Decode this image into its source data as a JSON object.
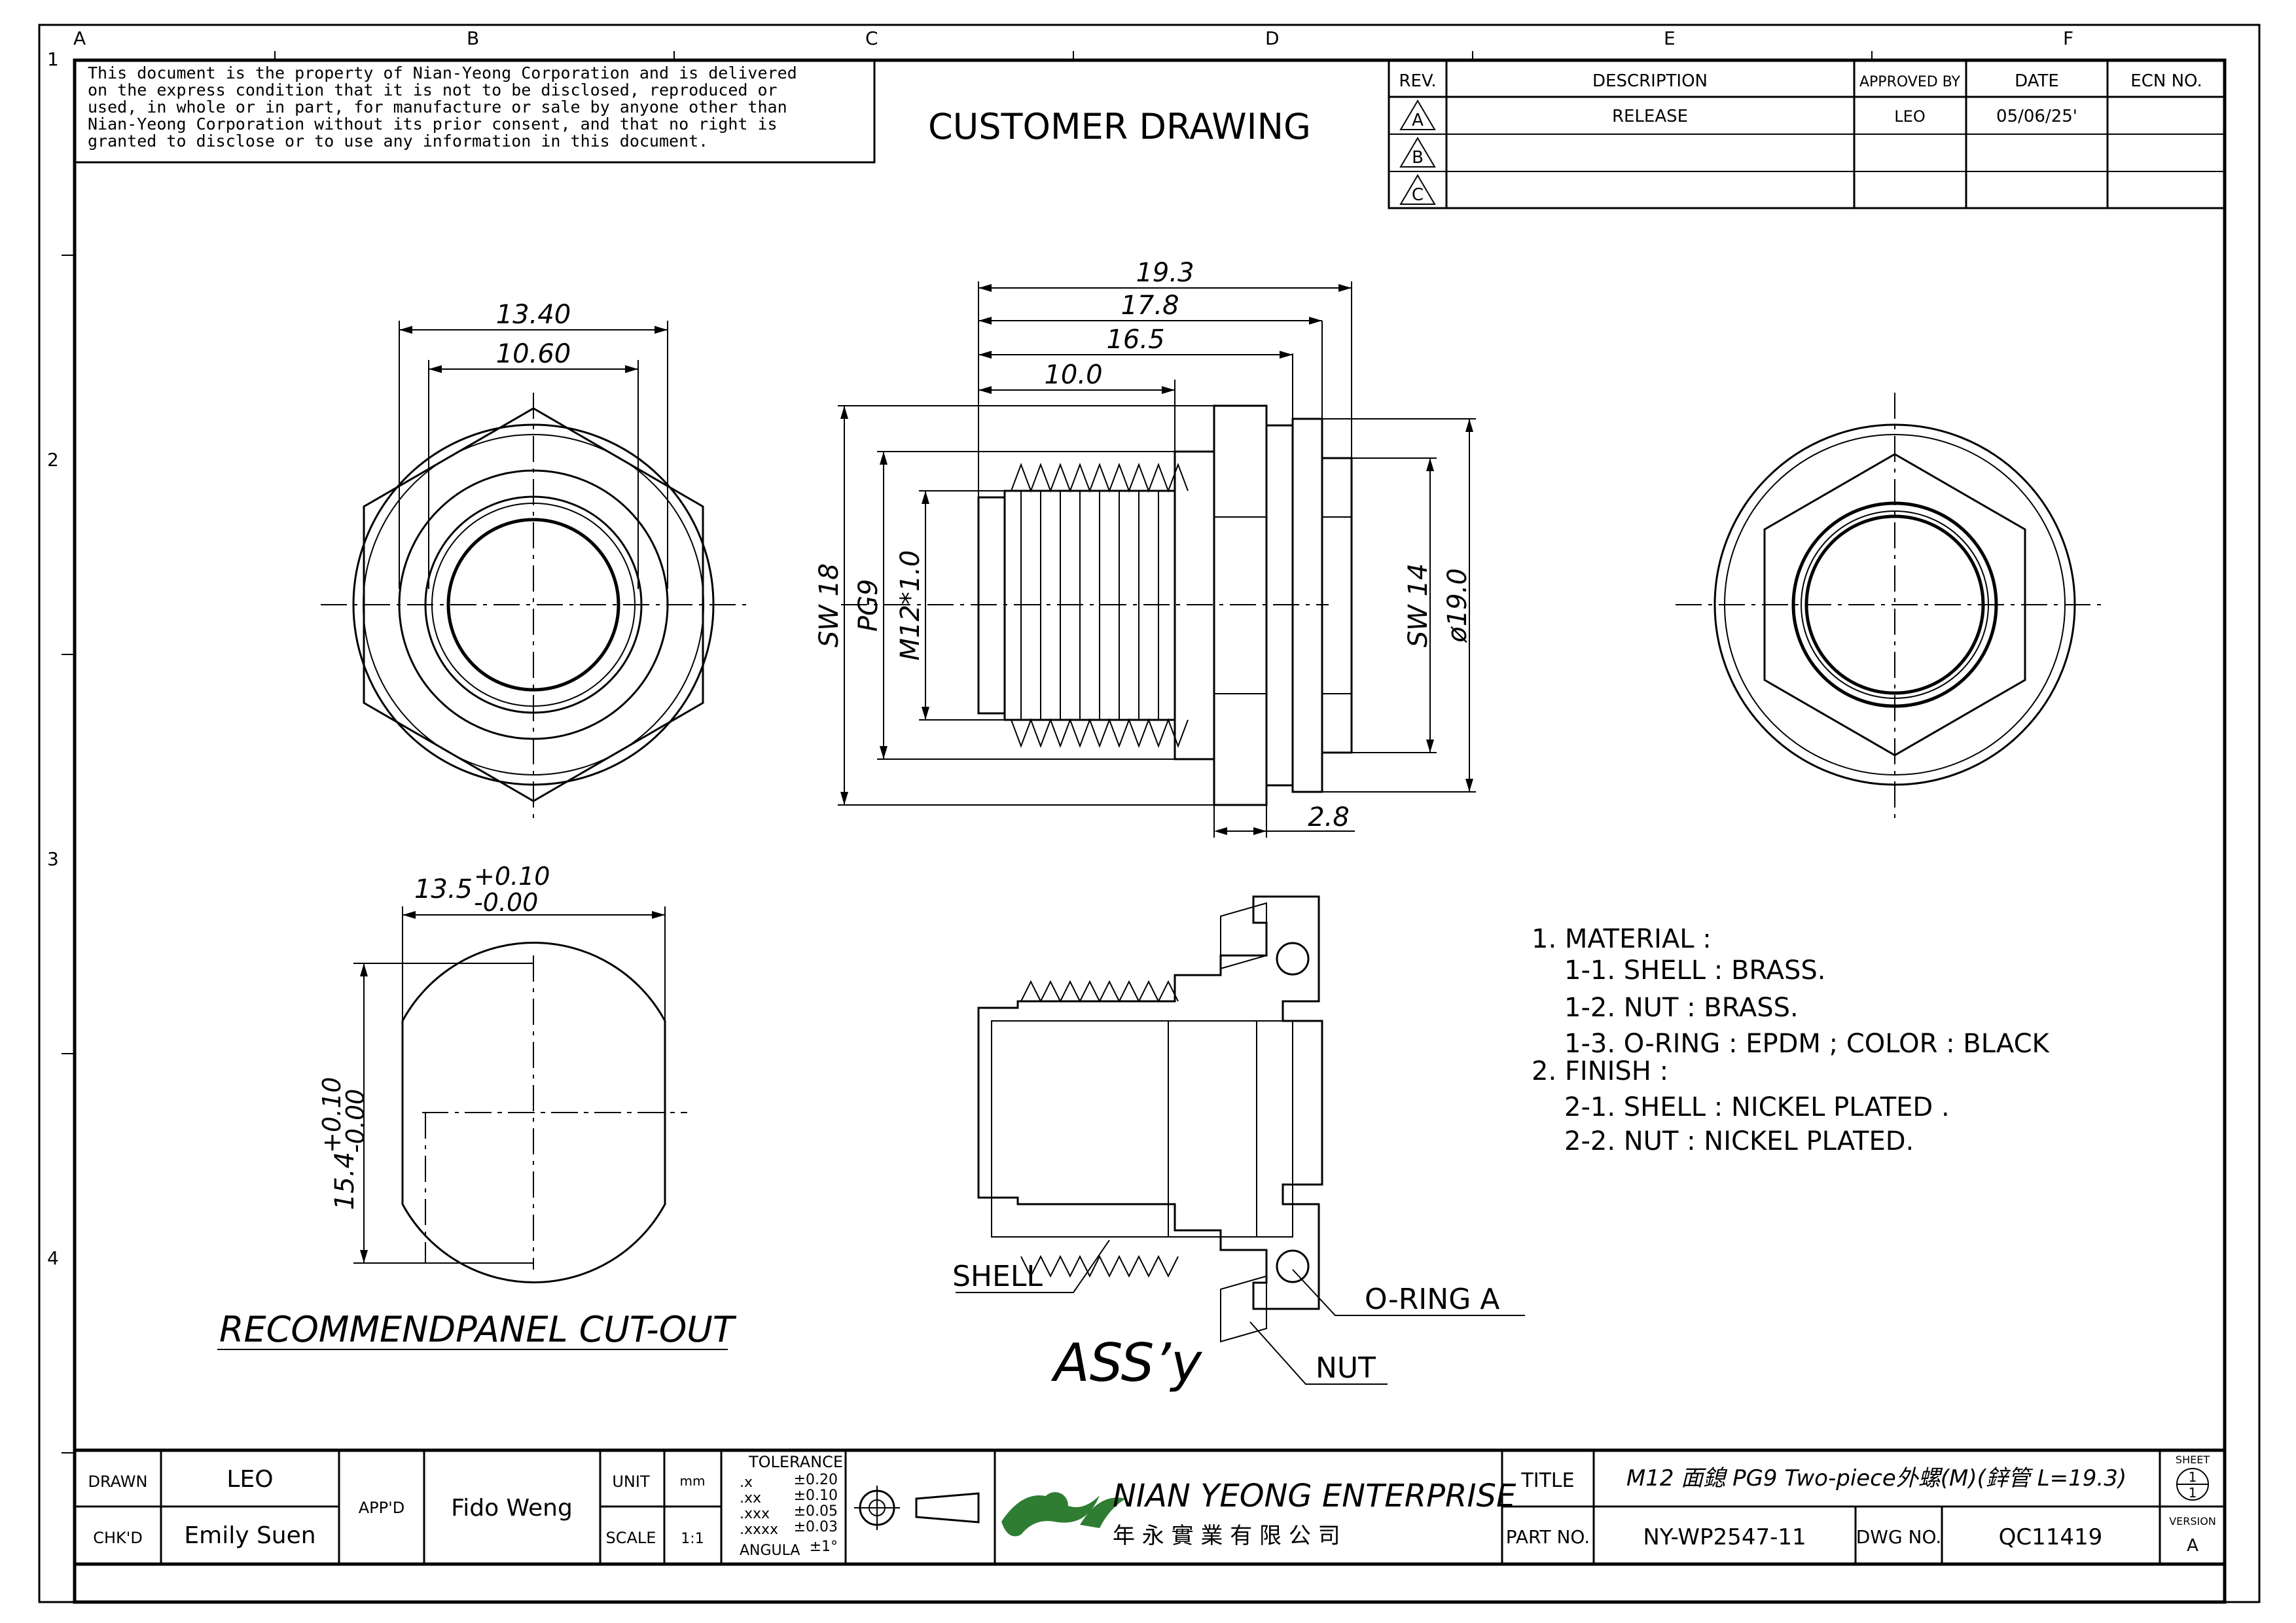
{
  "border": {
    "columns": [
      "A",
      "B",
      "C",
      "D",
      "E",
      "F"
    ],
    "rows": [
      "1",
      "2",
      "3",
      "4"
    ]
  },
  "notice": {
    "lines": [
      "This document is the property of Nian-Yeong Corporation and is delivered",
      "on  the  express condition that it is not to be disclosed, reproduced or",
      "used, in whole or in part, for manufacture or sale by anyone other than",
      "Nian-Yeong Corporation without  its prior consent, and that  no right  is",
      "granted to disclose or to use any information in this  document."
    ]
  },
  "header_title": "CUSTOMER  DRAWING",
  "revision_table": {
    "headers": [
      "REV.",
      "DESCRIPTION",
      "APPROVED BY",
      "DATE",
      "ECN NO."
    ],
    "rows": [
      {
        "rev": "A",
        "description": "RELEASE",
        "approved_by": "LEO",
        "date": "05/06/25'",
        "ecn": ""
      },
      {
        "rev": "B",
        "description": "",
        "approved_by": "",
        "date": "",
        "ecn": ""
      },
      {
        "rev": "C",
        "description": "",
        "approved_by": "",
        "date": "",
        "ecn": ""
      }
    ]
  },
  "front_view": {
    "dim_outer": "13.40",
    "dim_inner": "10.60"
  },
  "side_view": {
    "dim_total": "19.3",
    "dim_17_8": "17.8",
    "dim_16_5": "16.5",
    "dim_10_0": "10.0",
    "dim_sw18": "SW  18",
    "dim_pg9": "PG9",
    "dim_thread": "M12*1.0",
    "dim_sw14": "SW  14",
    "dim_dia19": "ø19.0",
    "dim_2_8": "2.8"
  },
  "cutout": {
    "dim_width": "13.5",
    "dim_width_tol_plus": "+0.10",
    "dim_width_tol_minus": "-0.00",
    "dim_height": "15.4",
    "dim_height_tol_plus": "+0.10",
    "dim_height_tol_minus": "-0.00",
    "label": "RECOMMENDPANEL  CUT-OUT"
  },
  "assembly": {
    "label": "ASS’y",
    "callout_shell": "SHELL",
    "callout_oring": "O-RING  A",
    "callout_nut": "NUT"
  },
  "notes": [
    "1.  MATERIAL  :",
    "1-1.  SHELL  :  BRASS.",
    "1-2.  NUT  :  BRASS.",
    "1-3.  O-RING    :  EPDM  ;  COLOR  :  BLACK",
    "2.  FINISH  :",
    "2-1.  SHELL  :  NICKEL  PLATED  .",
    "2-2.  NUT  :  NICKEL  PLATED."
  ],
  "title_block": {
    "drawn_label": "DRAWN",
    "drawn_value": "LEO",
    "chkd_label": "CHK'D",
    "chkd_value": "Emily  Suen",
    "appd_label": "APP'D",
    "appd_value": "Fido  Weng",
    "unit_label": "UNIT",
    "unit_value": "mm",
    "scale_label": "SCALE",
    "scale_value": "1:1",
    "tolerance_title": "TOLERANCE",
    "tolerance_rows": [
      {
        "k": ".x",
        "v": "±0.20"
      },
      {
        "k": ".xx",
        "v": "±0.10"
      },
      {
        "k": ".xxx",
        "v": "±0.05"
      },
      {
        "k": ".xxxx",
        "v": "±0.03"
      },
      {
        "k": "ANGULA",
        "v": "±1°"
      }
    ],
    "company_name": "NIAN YEONG ENTERPRISE",
    "company_chinese": "年 永 實 業 有 限 公 司",
    "title_label": "TITLE",
    "title_value": "M12 面鎴 PG9 Two-piece外螺(M)(鋅管 L=19.3)",
    "part_label": "PART NO.",
    "part_value": "NY-WP2547-11",
    "dwg_label": "DWG NO.",
    "dwg_value": "QC11419",
    "sheet_label": "SHEET",
    "sheet_value_top": "1",
    "sheet_value_bottom": "1",
    "version_label": "VERSION",
    "version_value": "A"
  },
  "logo_color": "#2e7d32"
}
